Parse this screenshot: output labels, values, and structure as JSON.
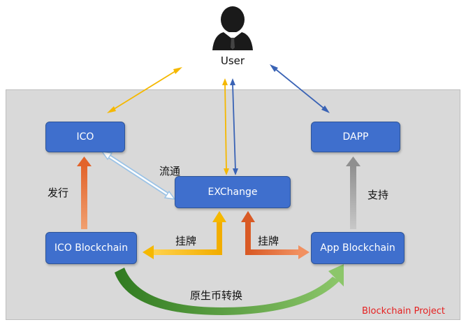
{
  "user": {
    "label": "User",
    "icon": "user-silhouette-icon"
  },
  "nodes": {
    "ico": "ICO",
    "dapp": "DAPP",
    "exchange": "EXChange",
    "ico_blockchain": "ICO Blockchain",
    "app_blockchain": "App Blockchain"
  },
  "edge_labels": {
    "circulate": "流通",
    "issue": "发行",
    "support": "支持",
    "list_left": "挂牌",
    "list_right": "挂牌",
    "native_conversion": "原生币转换"
  },
  "watermark": "Blockchain Project",
  "colors": {
    "node_fill": "#3f6fcd",
    "panel": "#d9d9d9",
    "arrow_yellow": "#f5b800",
    "arrow_blue": "#3a63b5",
    "arrow_orange": "#e8763a",
    "arrow_gray": "#a6a6a6",
    "arrow_green": "#4f9a2c",
    "arrow_lightblue": "#9cc3e6"
  }
}
